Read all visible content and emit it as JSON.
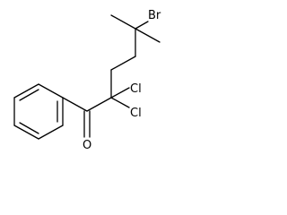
{
  "molecule": {
    "atoms": {
      "bromine": "Br",
      "chlorine_upper": "Cl",
      "chlorine_lower": "Cl",
      "oxygen": "O"
    }
  }
}
